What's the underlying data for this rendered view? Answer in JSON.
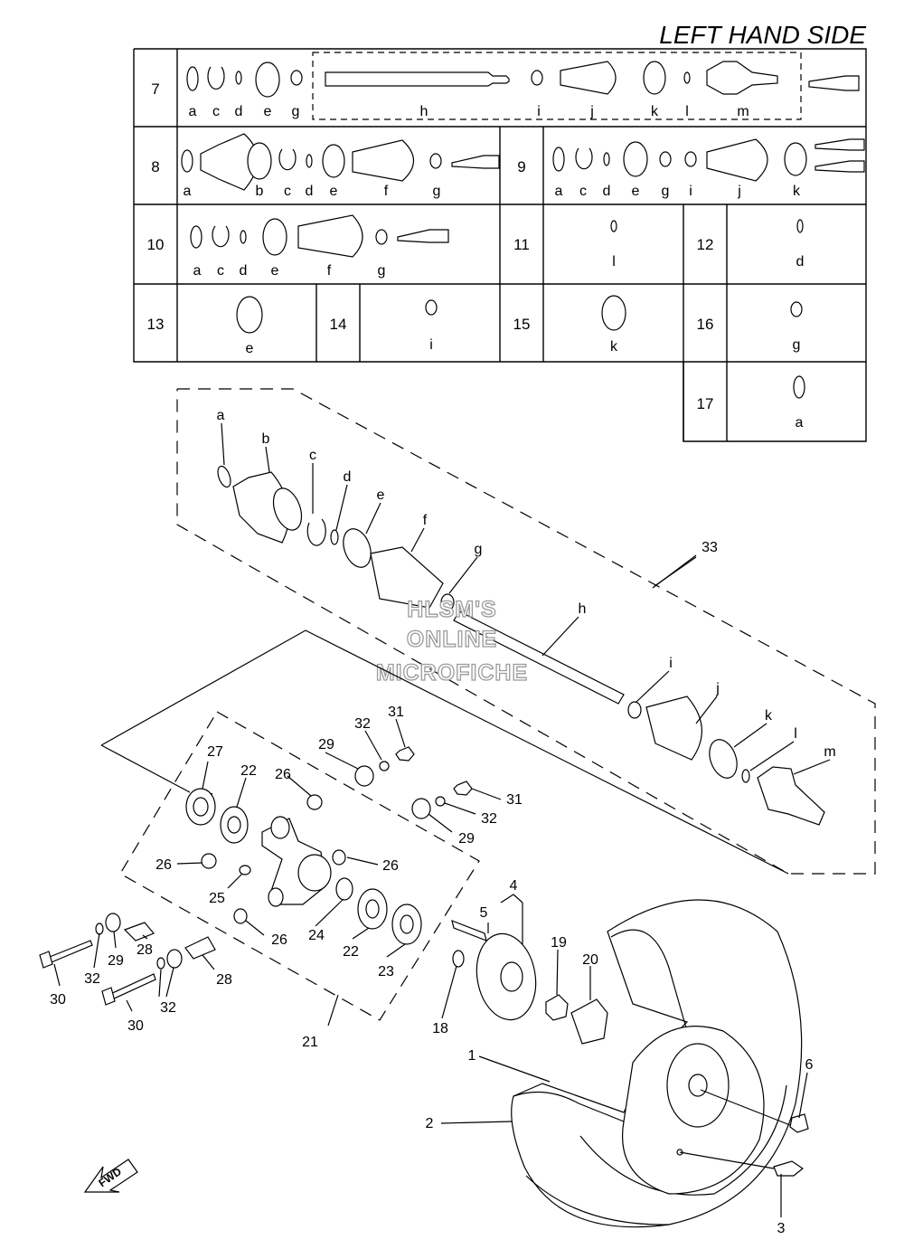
{
  "title": "LEFT HAND SIDE",
  "watermark": [
    "HLSM'S",
    "ONLINE",
    "MICROFICHE"
  ],
  "fwd_label": "FWD",
  "kit_table": [
    {
      "no": "7",
      "letters": [
        "a",
        "c",
        "d",
        "e",
        "g",
        "h",
        "i",
        "j",
        "k",
        "l",
        "m"
      ]
    },
    {
      "no": "8",
      "letters": [
        "a",
        "b",
        "c",
        "d",
        "e",
        "f",
        "g"
      ]
    },
    {
      "no": "9",
      "letters": [
        "a",
        "c",
        "d",
        "e",
        "g",
        "i",
        "j",
        "k"
      ]
    },
    {
      "no": "10",
      "letters": [
        "a",
        "c",
        "d",
        "e",
        "f",
        "g"
      ]
    },
    {
      "no": "11",
      "letters": [
        "l"
      ]
    },
    {
      "no": "12",
      "letters": [
        "d"
      ]
    },
    {
      "no": "13",
      "letters": [
        "e"
      ]
    },
    {
      "no": "14",
      "letters": [
        "i"
      ]
    },
    {
      "no": "15",
      "letters": [
        "k"
      ]
    },
    {
      "no": "16",
      "letters": [
        "g"
      ]
    },
    {
      "no": "17",
      "letters": [
        "a"
      ]
    }
  ],
  "shaft_letters": [
    "a",
    "b",
    "c",
    "d",
    "e",
    "f",
    "g",
    "h",
    "i",
    "j",
    "k",
    "l",
    "m"
  ],
  "callouts": [
    "1",
    "2",
    "3",
    "4",
    "5",
    "6",
    "18",
    "19",
    "20",
    "21",
    "22",
    "22",
    "23",
    "24",
    "25",
    "26",
    "26",
    "26",
    "26",
    "27",
    "28",
    "28",
    "29",
    "29",
    "29",
    "30",
    "30",
    "31",
    "31",
    "32",
    "32",
    "32",
    "32",
    "33"
  ]
}
